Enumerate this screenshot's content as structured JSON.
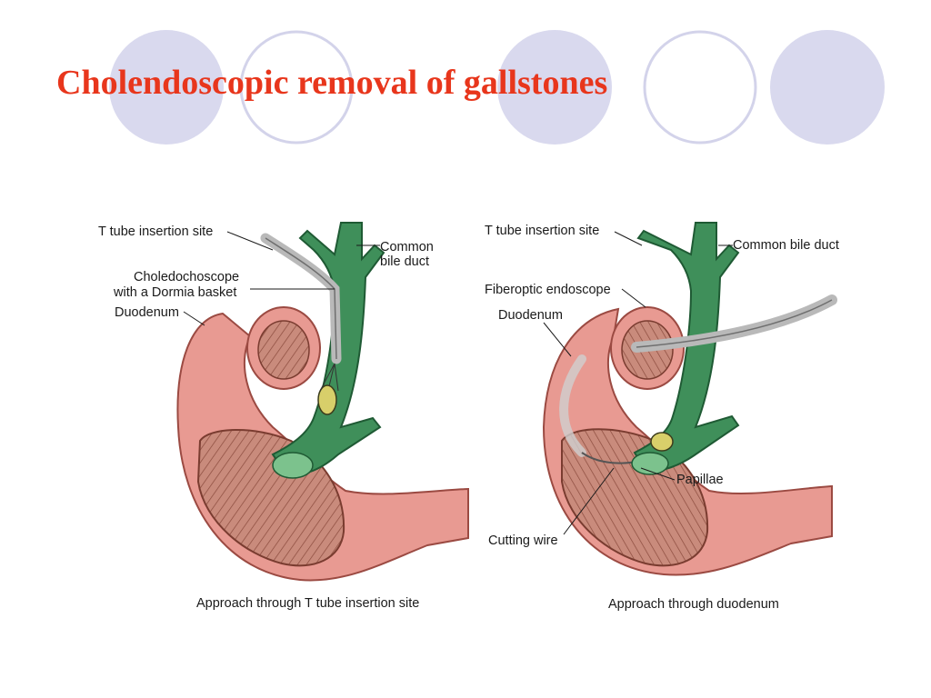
{
  "slide": {
    "title": "Cholendoscopic removal of gallstones",
    "title_color": "#e8361c",
    "circle_fill": "#d9d9ee",
    "circle_stroke": "#cfcfe8"
  },
  "left_panel": {
    "labels": {
      "t_tube": "T tube insertion site",
      "cbd_line1": "Common",
      "cbd_line2": "bile duct",
      "scope_line1": "Choledochoscope",
      "scope_line2": "with a Dormia basket",
      "duodenum": "Duodenum"
    },
    "caption": "Approach through T tube insertion site"
  },
  "right_panel": {
    "labels": {
      "t_tube": "T tube insertion site",
      "cbd": "Common bile duct",
      "endoscope": "Fiberoptic endoscope",
      "duodenum": "Duodenum",
      "papillae": "Papillae",
      "cutting_wire": "Cutting wire"
    },
    "caption": "Approach through duodenum"
  },
  "colors": {
    "duct": "#3f8f5a",
    "duct_light": "#7cc28d",
    "duodenum": "#e89a92",
    "duodenum_dark": "#b8574f",
    "mucosa": "#c9897a",
    "scope": "#b9b9b9",
    "stone": "#d8cf6a"
  }
}
